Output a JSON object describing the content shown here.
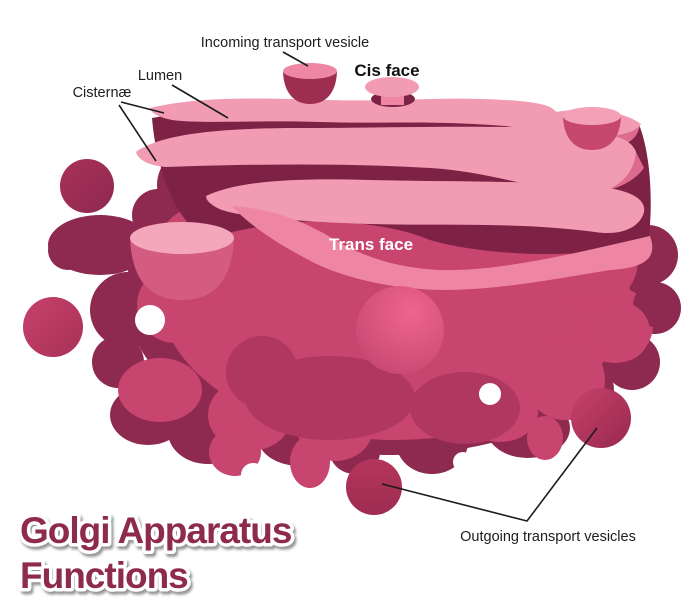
{
  "title": {
    "line1": "Golgi Apparatus",
    "line2": "Functions"
  },
  "labels": {
    "incoming_vesicle": "Incoming transport vesicle",
    "cis_face": "Cis face",
    "lumen": "Lumen",
    "cisternae": "Cisternæ",
    "trans_face": "Trans face",
    "outgoing_vesicles": "Outgoing transport vesicles"
  },
  "palette": {
    "background": "#ffffff",
    "cisterna_light": "#F19CB3",
    "cisterna_deep": "#EE86A3",
    "side_face_pink": "#DD6B8F",
    "body_magenta": "#C8456F",
    "body_shadow": "#AF3760",
    "blob_maroon": "#8E2950",
    "stack_gap_dark": "#7D2145",
    "vesicle_dark": "#9E2D52",
    "title_color": "#8E2B4E",
    "label_color": "#1D1D1D"
  }
}
